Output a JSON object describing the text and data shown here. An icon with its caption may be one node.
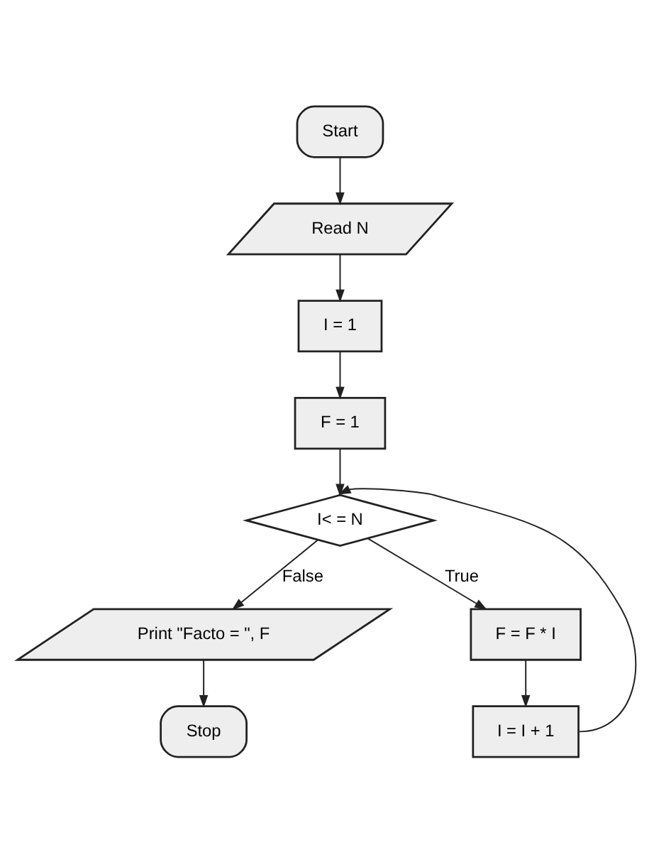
{
  "diagram": {
    "nodes": [
      {
        "text": [
          "Start"
        ]
      },
      {
        "text": [
          "Read N"
        ]
      },
      {
        "text": [
          "I = 1"
        ]
      },
      {
        "text": [
          "F = 1"
        ]
      },
      {
        "text": [
          "I< = N"
        ]
      },
      {
        "text": [
          "Print \"Facto = \", F"
        ]
      },
      {
        "text": [
          "F = F * I"
        ]
      },
      {
        "text": [
          "Stop"
        ]
      },
      {
        "text": [
          "I = I + 1"
        ]
      }
    ],
    "edges": [
      {
        "from": 0,
        "to": 1,
        "arrow": "to"
      },
      {
        "from": 1,
        "to": 2,
        "arrow": "to"
      },
      {
        "from": 2,
        "to": 3,
        "arrow": "to"
      },
      {
        "from": 3,
        "to": 4,
        "arrow": "to"
      },
      {
        "from": 4,
        "to": 5,
        "label": "False",
        "arrow": "to"
      },
      {
        "from": 4,
        "to": 6,
        "label": "True",
        "arrow": "to"
      },
      {
        "from": 5,
        "to": 7,
        "arrow": "to"
      },
      {
        "from": 6,
        "to": 8,
        "arrow": "to"
      },
      {
        "from": 8,
        "to": 4,
        "arrow": "to"
      }
    ]
  }
}
